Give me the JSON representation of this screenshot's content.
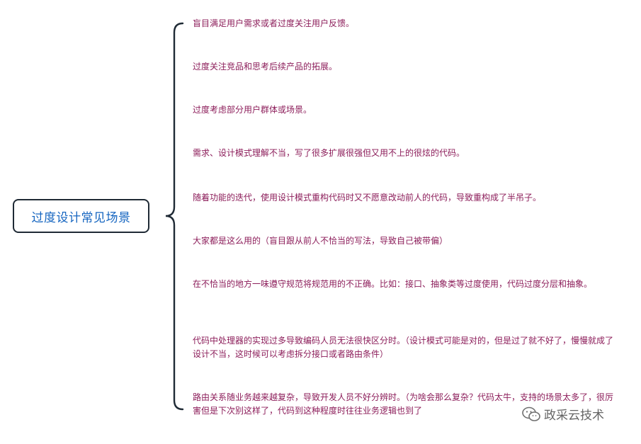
{
  "diagram": {
    "root": {
      "label": "过度设计常见场景"
    },
    "items": [
      "盲目满足用户需求或者过度关注用户反馈。",
      "过度关注竞品和思考后续产品的拓展。",
      "过度考虑部分用户群体或场景。",
      "需求、设计模式理解不当，写了很多扩展很强但又用不上的很炫的代码。",
      "随着功能的迭代，使用设计模式重构代码时又不愿意改动前人的代码，导致重构成了半吊子。",
      "大家都是这么用的（盲目跟从前人不恰当的写法，导致自己被带偏）",
      "在不恰当的地方一味遵守规范将规范用的不正确。比如：接口、抽象类等过度使用，代码过度分层和抽象。",
      "代码中处理器的实现过多导致编码人员无法很快区分时。（设计模式可能是对的，但是过了就不好了，慢慢就成了设计不当，这时候可以考虑拆分接口或者路由条件）",
      "路由关系随业务越来越复杂，导致开发人员不好分辨时。（为啥会那么复杂？代码太牛，支持的场景太多了，很厉害但是下次别这样了，代码到这种程度时往往业务逻辑也到了"
    ]
  },
  "watermark": {
    "icon": "wechat-icon",
    "text": "政采云技术"
  },
  "colors": {
    "item_text": "#8c1d5a",
    "root_text": "#1565c0",
    "root_border": "#1f2a35",
    "brace": "#1f2a35"
  }
}
